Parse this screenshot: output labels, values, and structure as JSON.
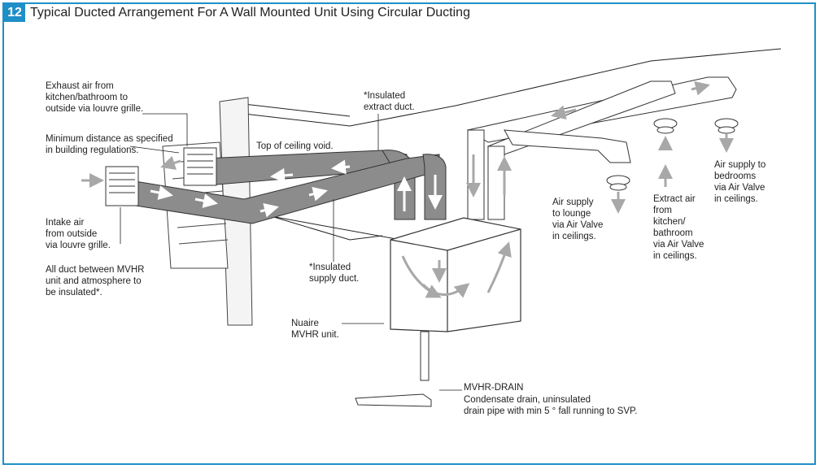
{
  "figure": {
    "number": "12",
    "title": "Typical Ducted Arrangement For A Wall Mounted Unit Using Circular Ducting"
  },
  "labels": {
    "exhaust_air": "Exhaust air from\nkitchen/bathroom to\noutside via louvre grille.",
    "min_distance": "Minimum distance as specified\nin building regulations.",
    "intake_air": "Intake air\nfrom outside\nvia louvre grille.",
    "all_duct": "All duct between MVHR\nunit and atmosphere to\nbe insulated*.",
    "top_ceiling": "Top of ceiling void.",
    "insulated_extract": "*Insulated\nextract duct.",
    "insulated_supply": "*Insulated\nsupply duct.",
    "nuaire_unit": "Nuaire\nMVHR unit.",
    "drain_title": "MVHR-DRAIN",
    "drain_desc": "Condensate drain, uninsulated\ndrain pipe with min 5 ° fall running to SVP.",
    "supply_lounge": "Air supply\nto lounge\nvia Air Valve\nin ceilings.",
    "extract_kitchen": "Extract air\nfrom\nkitchen/\nbathroom\nvia Air Valve\nin ceilings.",
    "supply_bedrooms": "Air supply to\nbedrooms\nvia Air Valve\nin ceilings."
  },
  "colors": {
    "frame": "#1f8fc8",
    "insulated_duct": "#8c8c8c",
    "plain_duct": "#ffffff",
    "arrow_grey": "#a8a8a8",
    "line": "#222222"
  }
}
